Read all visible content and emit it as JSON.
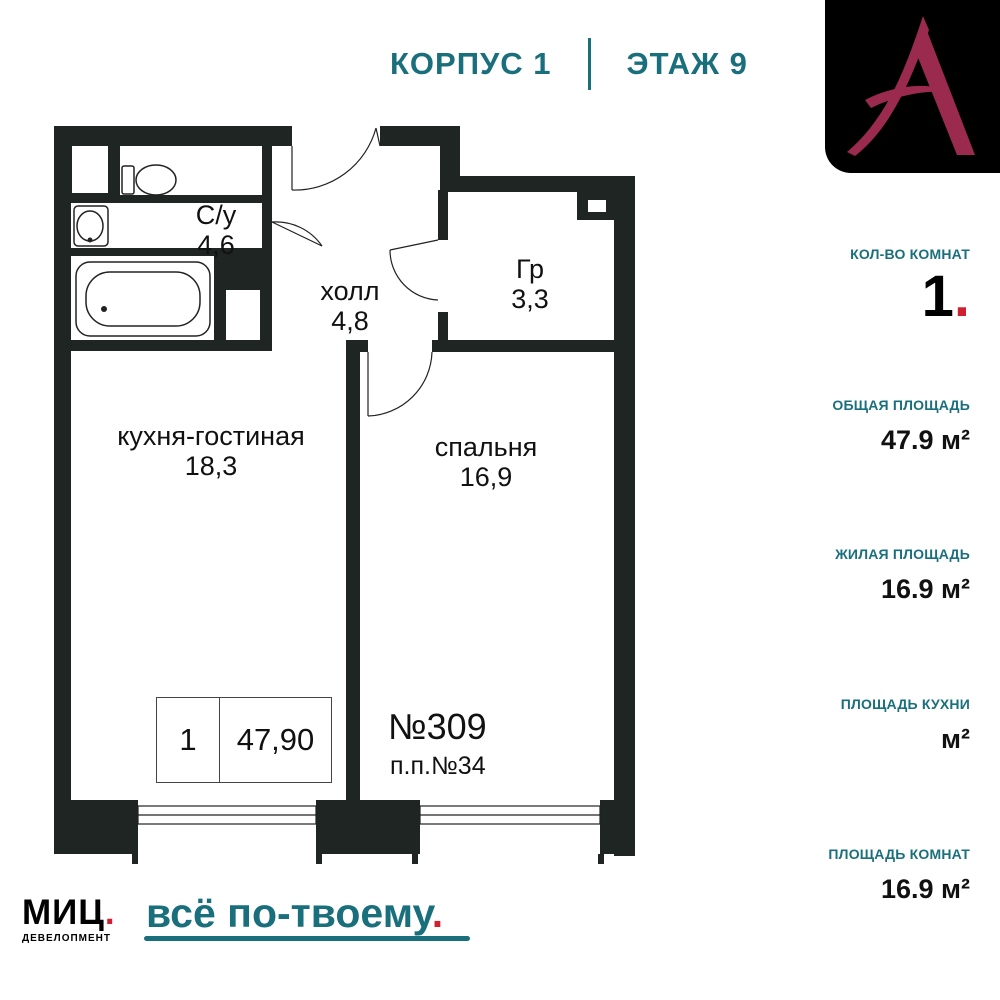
{
  "header": {
    "building": "КОРПУС 1",
    "floor": "ЭТАЖ 9"
  },
  "logo": {
    "letter": "A",
    "color": "#9b2a4f"
  },
  "info": {
    "rooms_label": "КОЛ-ВО КОМНАТ",
    "rooms_value": "1",
    "total_area_label": "ОБЩАЯ ПЛОЩАДЬ",
    "total_area_value": "47.9 м²",
    "living_area_label": "ЖИЛАЯ ПЛОЩАДЬ",
    "living_area_value": "16.9 м²",
    "kitchen_area_label": "ПЛОЩАДЬ КУХНИ",
    "kitchen_area_value": "м²",
    "rooms_area_label": "ПЛОЩАДЬ КОМНАТ",
    "rooms_area_value": "16.9 м²"
  },
  "rooms": [
    {
      "name": "С/у",
      "area": "4,6"
    },
    {
      "name": "холл",
      "area": "4,8"
    },
    {
      "name": "Гр",
      "area": "3,3"
    },
    {
      "name": "кухня-гостиная",
      "area": "18,3"
    },
    {
      "name": "спальня",
      "area": "16,9"
    }
  ],
  "apartment": {
    "rooms": "1",
    "area": "47,90",
    "number": "№309",
    "pp_number": "п.п.№34"
  },
  "brand": {
    "name": "МИЦ",
    "subtitle": "ДЕВЕЛОПМЕНТ",
    "slogan": "всё по-твоему"
  },
  "colors": {
    "accent": "#1a6f7c",
    "wall": "#1e2523",
    "dot": "#d01f2e"
  }
}
